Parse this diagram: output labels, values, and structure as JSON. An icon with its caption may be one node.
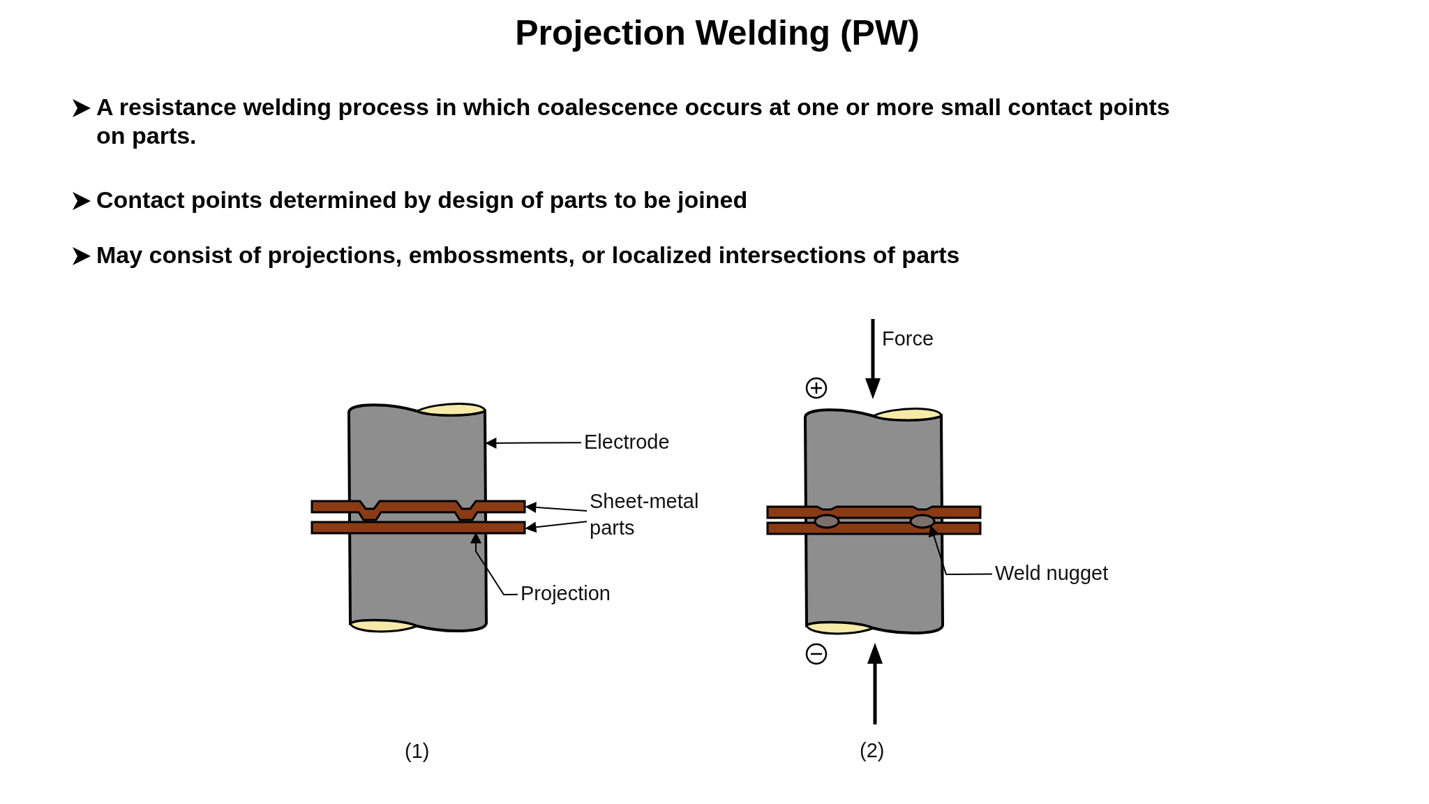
{
  "diagram": {
    "title": "Projection Welding (PW)",
    "nodes": [
      {
        "text": [
          "Electrode"
        ]
      },
      {
        "text": [],
        "shape": "cylinder"
      },
      {
        "text": [
          "Sheet-metal parts"
        ]
      },
      {
        "text": [],
        "shape": "bar"
      },
      {
        "text": [],
        "shape": "bar"
      },
      {
        "text": [
          "Projection"
        ]
      },
      {
        "text": [
          "Weld nugget"
        ]
      },
      {
        "text": [],
        "shape": "circle"
      }
    ],
    "edges": [
      {
        "from": 0,
        "to": 1,
        "arrow": "to"
      },
      {
        "from": 2,
        "to": 3,
        "arrow": "to"
      },
      {
        "from": 2,
        "to": 4,
        "arrow": "to"
      },
      {
        "from": 5,
        "to": 4,
        "arrow": "to"
      },
      {
        "from": 6,
        "to": 7,
        "arrow": "to"
      }
    ],
    "labels": [
      "A resistance welding process in which coalescence occurs at one or more small contact points on parts.",
      "Contact points determined by design of parts to be joined",
      "May consist of projections, embossments, or localized intersections of parts",
      "Force",
      "(1)",
      "(2)"
    ]
  }
}
